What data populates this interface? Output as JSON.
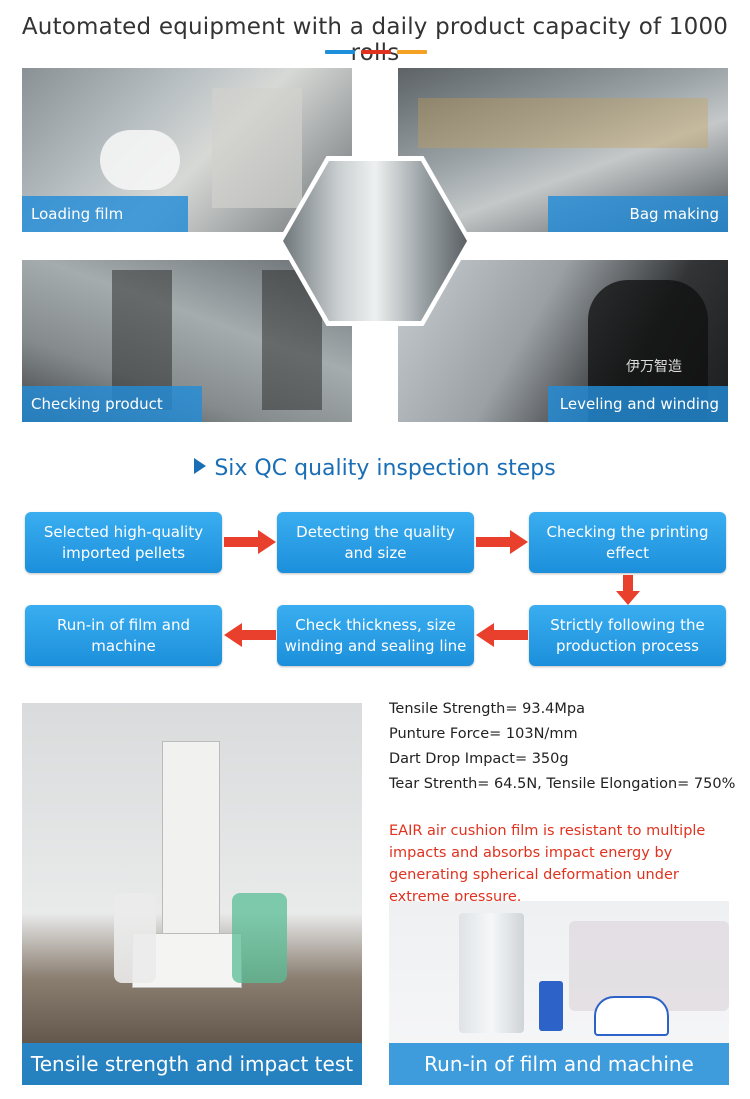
{
  "header": {
    "title": "Automated equipment with a daily product capacity of 1000 rolls",
    "bar_colors": [
      "#1f8fdc",
      "#e0321f",
      "#f3a224"
    ]
  },
  "photos": {
    "loading": "Loading film",
    "bag": "Bag making",
    "checking": "Checking product",
    "leveling": "Leveling and winding"
  },
  "qc": {
    "title": "Six QC quality inspection steps",
    "arrow_color": "#e8402c",
    "steps": [
      "Selected high-quality imported pellets",
      "Detecting the quality and size",
      "Checking the printing effect",
      "Strictly following the production process",
      "Check thickness, size winding and sealing line",
      "Run-in of film and machine"
    ]
  },
  "specs": [
    "Tensile Strength= 93.4Mpa",
    "Punture Force= 103N/mm",
    "Dart Drop Impact= 350g",
    "Tear Strenth= 64.5N, Tensile Elongation= 750%"
  ],
  "note": "EAIR air cushion film is resistant to multiple impacts and absorbs impact energy by generating spherical deformation under extreme pressure.",
  "bottom": {
    "left_caption": "Tensile strength and impact test",
    "right_caption": "Run-in of film and machine"
  },
  "shirt_text": "伊万智造"
}
